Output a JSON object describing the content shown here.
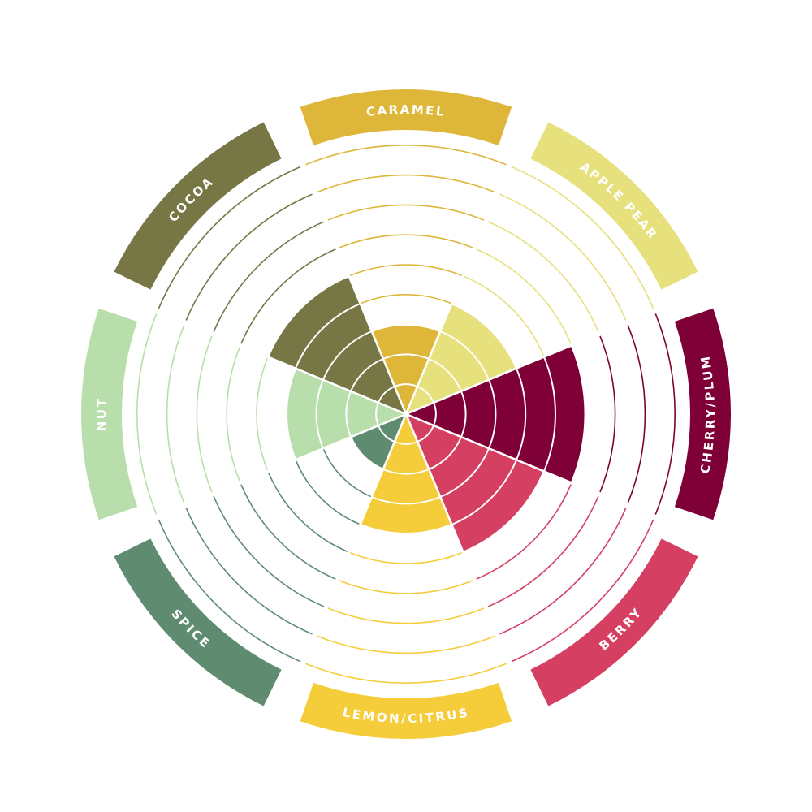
{
  "chart_data": {
    "type": "polar-area",
    "title": "",
    "scale_max": 9,
    "categories": [
      "CARAMEL",
      "APPLE PEAR",
      "CHERRY/PLUM",
      "BERRY",
      "LEMON/CITRUS",
      "SPICE",
      "NUT",
      "COCOA"
    ],
    "values": [
      3,
      4,
      6,
      5,
      4,
      2,
      4,
      5
    ],
    "colors": [
      "#DDB63A",
      "#E6E07D",
      "#7F0036",
      "#D43F62",
      "#F5CC3A",
      "#5F8C71",
      "#B8DFAB",
      "#777645"
    ]
  }
}
